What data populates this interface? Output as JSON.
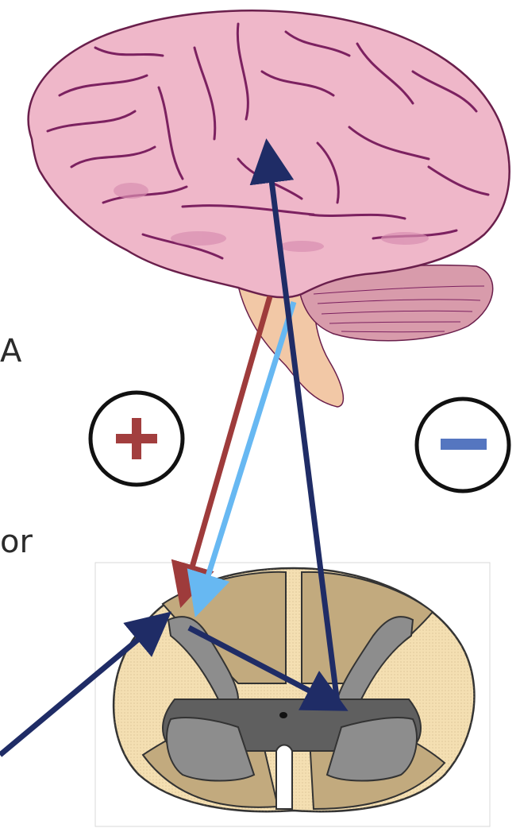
{
  "labels": {
    "left_top": "A",
    "left_bottom": "or"
  },
  "symbols": {
    "plus": "excitatory-plus",
    "minus": "inhibitory-minus"
  },
  "colors": {
    "brain_fill": "#efb7c9",
    "brain_outline": "#6a1f4c",
    "brain_sulci": "#7c2160",
    "cerebellum_fill": "#d89bab",
    "brainstem_fill": "#f2c8a6",
    "cord_white_matter": "#f4dfb2",
    "cord_tract": "#c2aa7e",
    "cord_gray_matter": "#8d8d8d",
    "cord_gray_dark": "#5f5f5f",
    "arrow_red": "#9e3b3b",
    "arrow_light_blue": "#67b8f2",
    "arrow_navy": "#1f2c66",
    "plus_color": "#a23e3e",
    "minus_color": "#5576c0"
  },
  "arrows": [
    {
      "name": "descending-excitatory-arrow",
      "color_key": "arrow_red"
    },
    {
      "name": "descending-light-blue-arrow",
      "color_key": "arrow_light_blue"
    },
    {
      "name": "ascending-navy-arrow",
      "color_key": "arrow_navy"
    },
    {
      "name": "afferent-input-arrow",
      "color_key": "arrow_navy"
    },
    {
      "name": "dorsal-horn-to-center-arrow",
      "color_key": "arrow_navy"
    }
  ]
}
